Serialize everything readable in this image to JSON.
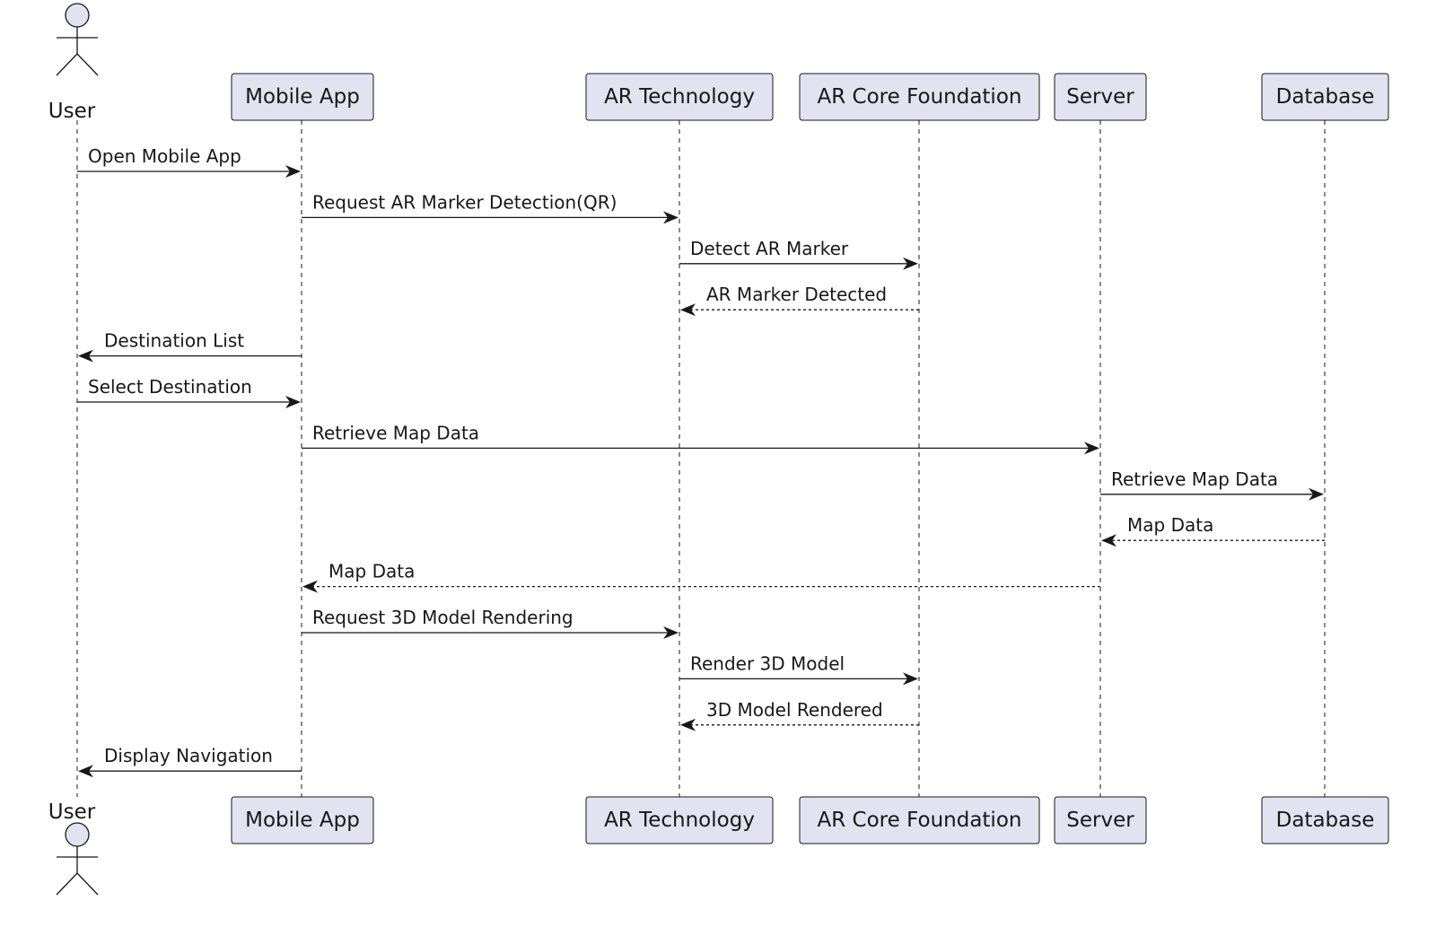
{
  "diagram": {
    "type": "sequence",
    "participants": [
      {
        "id": "user",
        "label": "User",
        "kind": "actor"
      },
      {
        "id": "mobile",
        "label": "Mobile App",
        "kind": "participant"
      },
      {
        "id": "ar",
        "label": "AR Technology",
        "kind": "participant"
      },
      {
        "id": "arcore",
        "label": "AR Core Foundation",
        "kind": "participant"
      },
      {
        "id": "server",
        "label": "Server",
        "kind": "participant"
      },
      {
        "id": "db",
        "label": "Database",
        "kind": "participant"
      }
    ],
    "messages": [
      {
        "from": "user",
        "to": "mobile",
        "label": "Open Mobile App",
        "style": "solid"
      },
      {
        "from": "mobile",
        "to": "ar",
        "label": "Request AR Marker Detection(QR)",
        "style": "solid"
      },
      {
        "from": "ar",
        "to": "arcore",
        "label": "Detect AR Marker",
        "style": "solid"
      },
      {
        "from": "arcore",
        "to": "ar",
        "label": "AR Marker Detected",
        "style": "dotted"
      },
      {
        "from": "mobile",
        "to": "user",
        "label": "Destination List",
        "style": "solid"
      },
      {
        "from": "user",
        "to": "mobile",
        "label": "Select Destination",
        "style": "solid"
      },
      {
        "from": "mobile",
        "to": "server",
        "label": "Retrieve Map Data",
        "style": "solid"
      },
      {
        "from": "server",
        "to": "db",
        "label": "Retrieve Map Data",
        "style": "solid"
      },
      {
        "from": "db",
        "to": "server",
        "label": "Map Data",
        "style": "dotted"
      },
      {
        "from": "server",
        "to": "mobile",
        "label": "Map Data",
        "style": "dotted"
      },
      {
        "from": "mobile",
        "to": "ar",
        "label": "Request 3D Model Rendering",
        "style": "solid"
      },
      {
        "from": "ar",
        "to": "arcore",
        "label": "Render 3D Model",
        "style": "solid"
      },
      {
        "from": "arcore",
        "to": "ar",
        "label": "3D Model Rendered",
        "style": "dotted"
      },
      {
        "from": "mobile",
        "to": "user",
        "label": "Display Navigation",
        "style": "solid"
      }
    ],
    "colors": {
      "participant_fill": "#e2e2f0",
      "stroke": "#181818",
      "background": "#ffffff"
    }
  }
}
